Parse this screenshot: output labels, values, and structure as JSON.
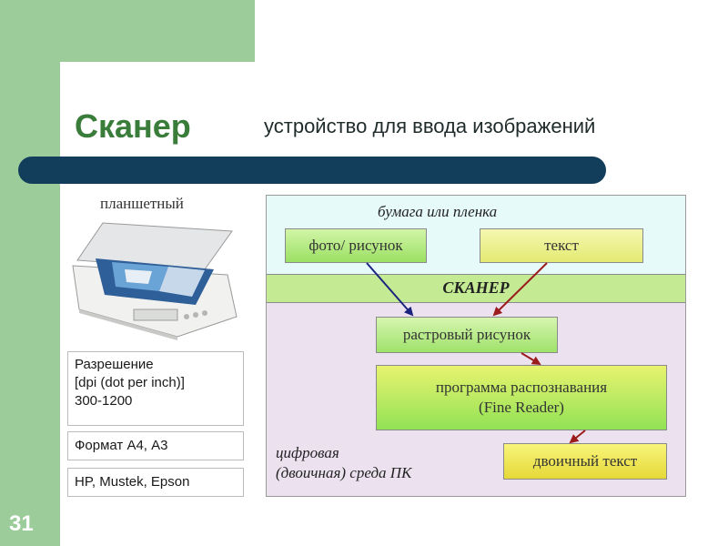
{
  "slide": {
    "title": "Сканер",
    "subtitle": "устройство для ввода изображений",
    "page_number": "31"
  },
  "scanner": {
    "type_label": "планшетный",
    "info": {
      "resolution_line1": "Разрешение",
      "resolution_line2": "[dpi (dot per inch)]",
      "resolution_line3": "300-1200",
      "format": "Формат А4, А3",
      "brands": "HP, Mustek, Epson"
    }
  },
  "diagram": {
    "zone_paper": "бумага или пленка",
    "zone_scanner": "СКАНЕР",
    "zone_digital_line1": "цифровая",
    "zone_digital_line2": "(двоичная) среда ПК",
    "nodes": {
      "photo": "фото/ рисунок",
      "text": "текст",
      "raster": "растровый рисунок",
      "program_line1": "программа распознавания",
      "program_line2": "(Fine Reader)",
      "binary": "двоичный текст"
    },
    "colors": {
      "arrow_photo": "#1a237e",
      "arrow_text": "#9b1c1c"
    }
  }
}
